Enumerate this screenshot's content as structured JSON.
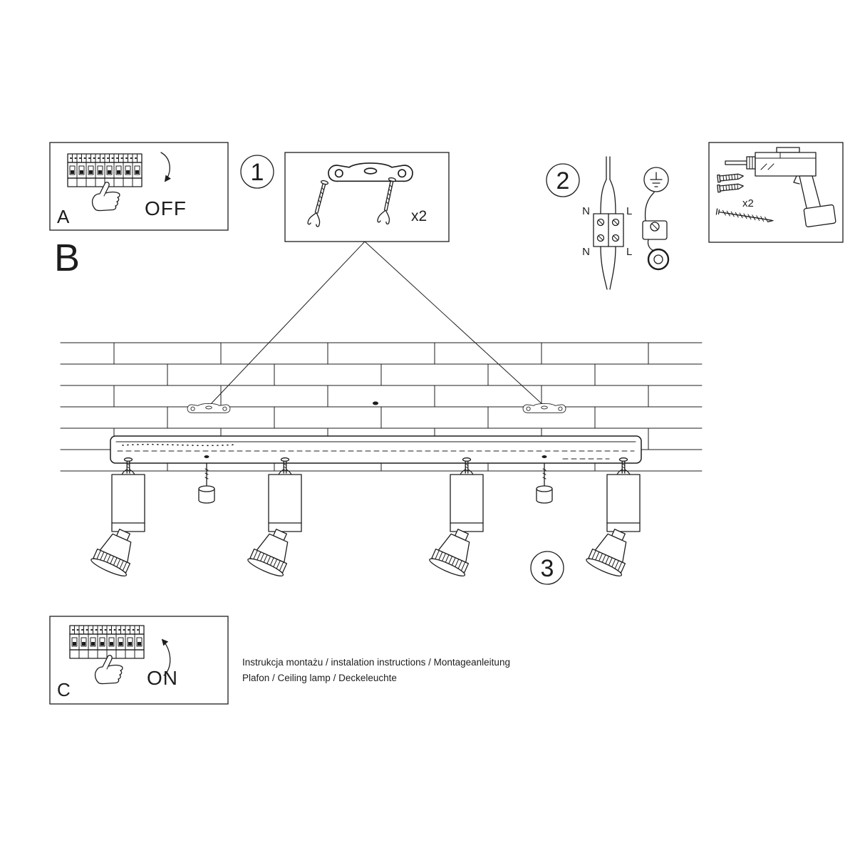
{
  "colors": {
    "line": "#1d1d1d",
    "background": "#ffffff"
  },
  "steps": {
    "a": "A",
    "b": "B",
    "c": "C",
    "one": "1",
    "two": "2",
    "three": "3"
  },
  "switch": {
    "off": "OFF",
    "on": "ON"
  },
  "quantities": {
    "brackets": "x2",
    "wall_plugs": "x2"
  },
  "wiring": {
    "neutral_top": "N",
    "live_top": "L",
    "neutral_bottom": "N",
    "live_bottom": "L"
  },
  "footer": {
    "line1": "Instrukcja montażu / instalation instructions / Montageanleitung",
    "line2": "Plafon / Ceiling lamp / Deckeleuchte"
  }
}
